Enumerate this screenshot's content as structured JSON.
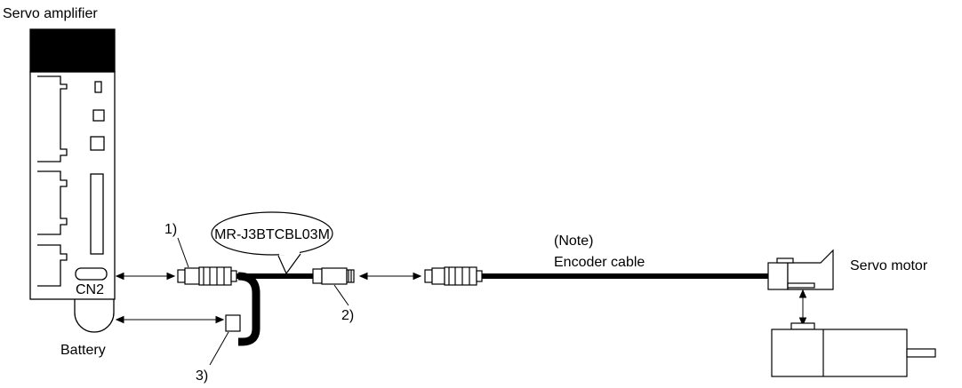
{
  "labels": {
    "servo_amplifier": "Servo amplifier",
    "cn2": "CN2",
    "battery": "Battery",
    "callout_1": "1)",
    "callout_2": "2)",
    "callout_3": "3)",
    "cable_model": "MR-J3BTCBL03M",
    "note": "(Note)",
    "encoder_cable": "Encoder cable",
    "servo_motor": "Servo motor"
  },
  "colors": {
    "line": "#000000",
    "amplifier_top": "#000000",
    "background": "#ffffff"
  }
}
